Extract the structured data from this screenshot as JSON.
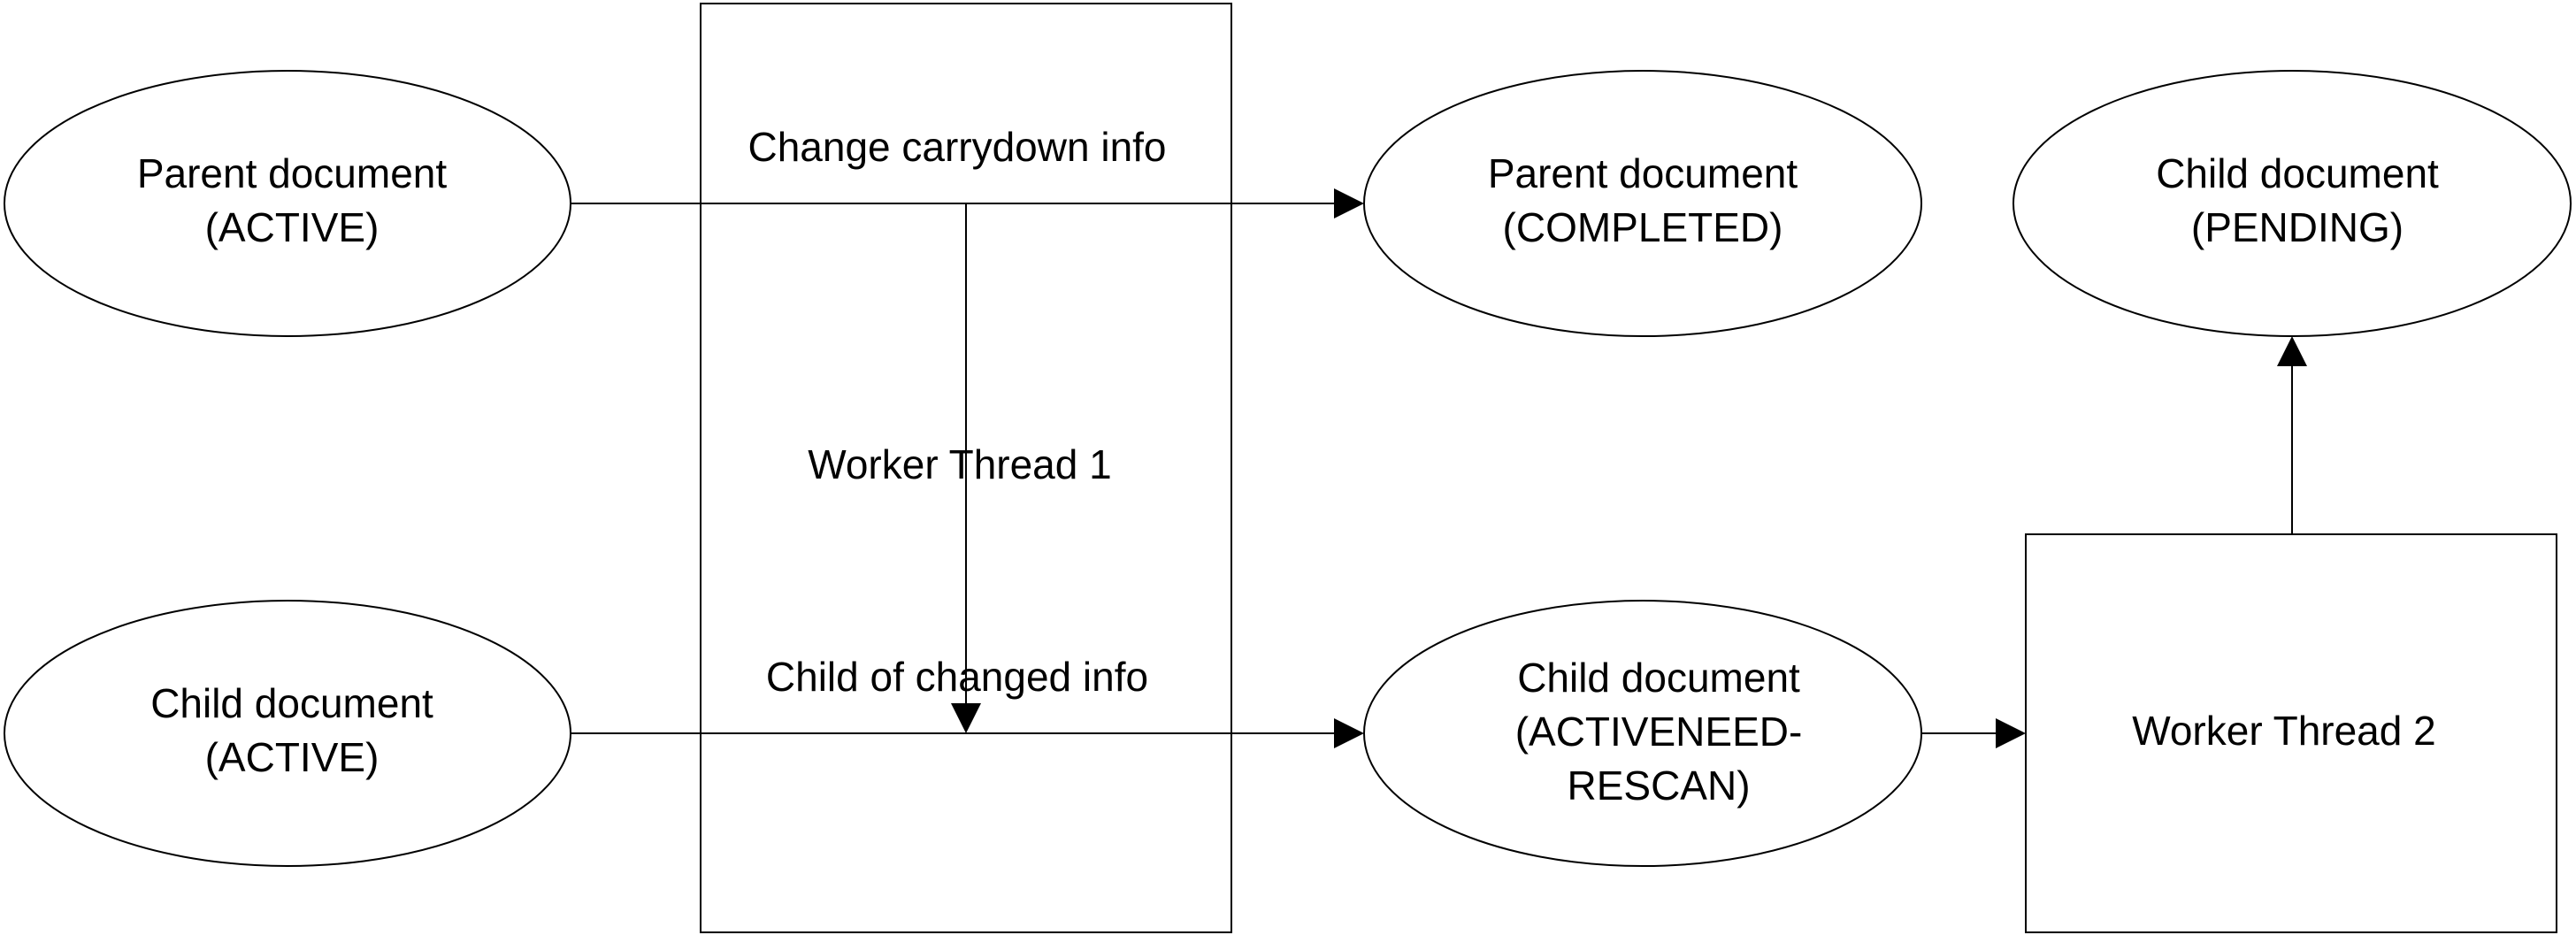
{
  "nodes": {
    "parent_active": {
      "line1": "Parent document",
      "line2": "(ACTIVE)"
    },
    "child_active": {
      "line1": "Child document",
      "line2": "(ACTIVE)"
    },
    "parent_completed": {
      "line1": "Parent document",
      "line2": "(COMPLETED)"
    },
    "child_activeneed_rescan": {
      "line1": "Child document",
      "line2": "(ACTIVENEED-",
      "line3": "RESCAN)"
    },
    "child_pending": {
      "line1": "Child document",
      "line2": "(PENDING)"
    },
    "worker_thread_1": {
      "label": "Worker Thread 1"
    },
    "worker_thread_2": {
      "label": "Worker Thread 2"
    }
  },
  "edge_labels": {
    "change_carrydown": "Change carrydown info",
    "child_of_changed": "Child of changed info"
  },
  "colors": {
    "stroke": "#000000",
    "fill": "#ffffff",
    "text": "#000000"
  }
}
